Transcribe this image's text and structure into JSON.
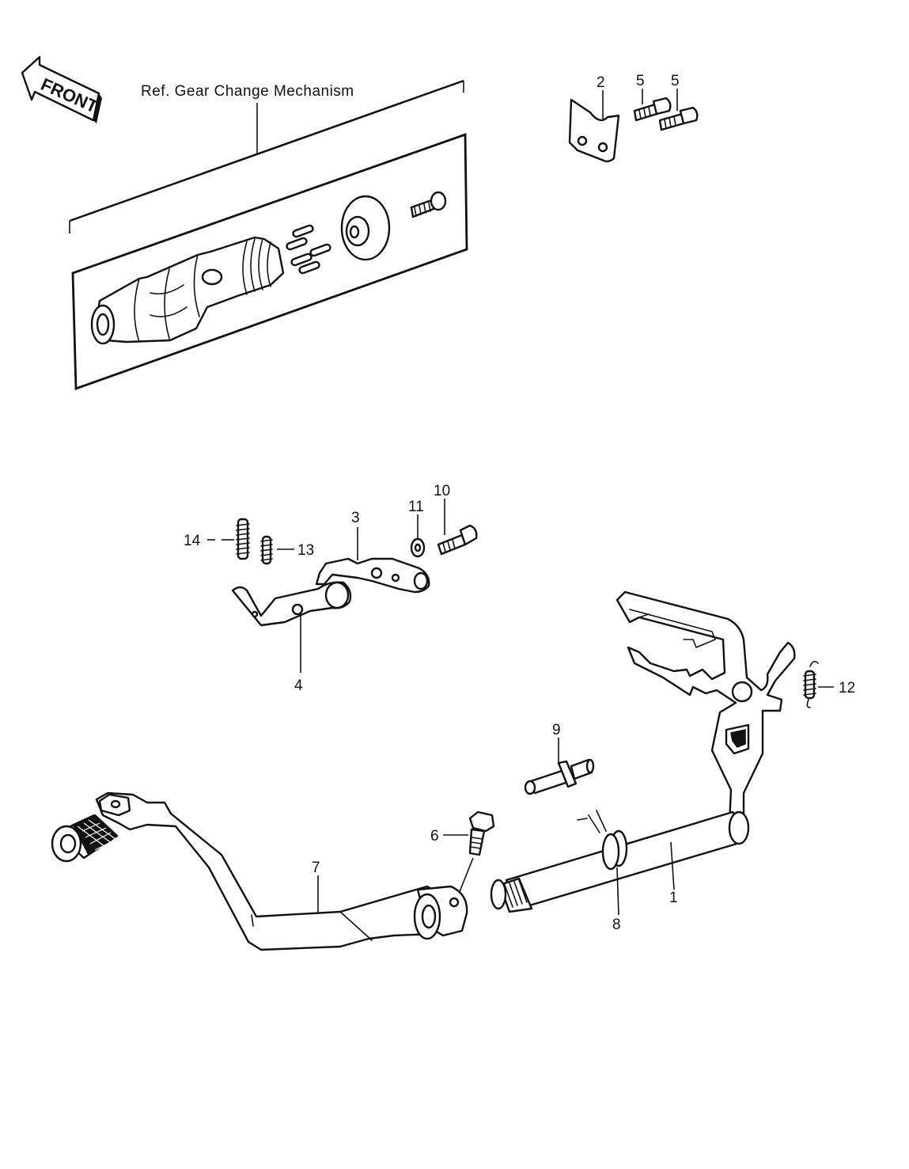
{
  "direction_arrow": {
    "text": "FRONT"
  },
  "reference": {
    "text": "Ref. Gear Change Mechanism"
  },
  "callouts": {
    "c1": "1",
    "c2": "2",
    "c3": "3",
    "c4": "4",
    "c5a": "5",
    "c5b": "5",
    "c6": "6",
    "c7": "7",
    "c8": "8",
    "c9": "9",
    "c10": "10",
    "c11": "11",
    "c12": "12",
    "c13": "13",
    "c14": "14"
  }
}
